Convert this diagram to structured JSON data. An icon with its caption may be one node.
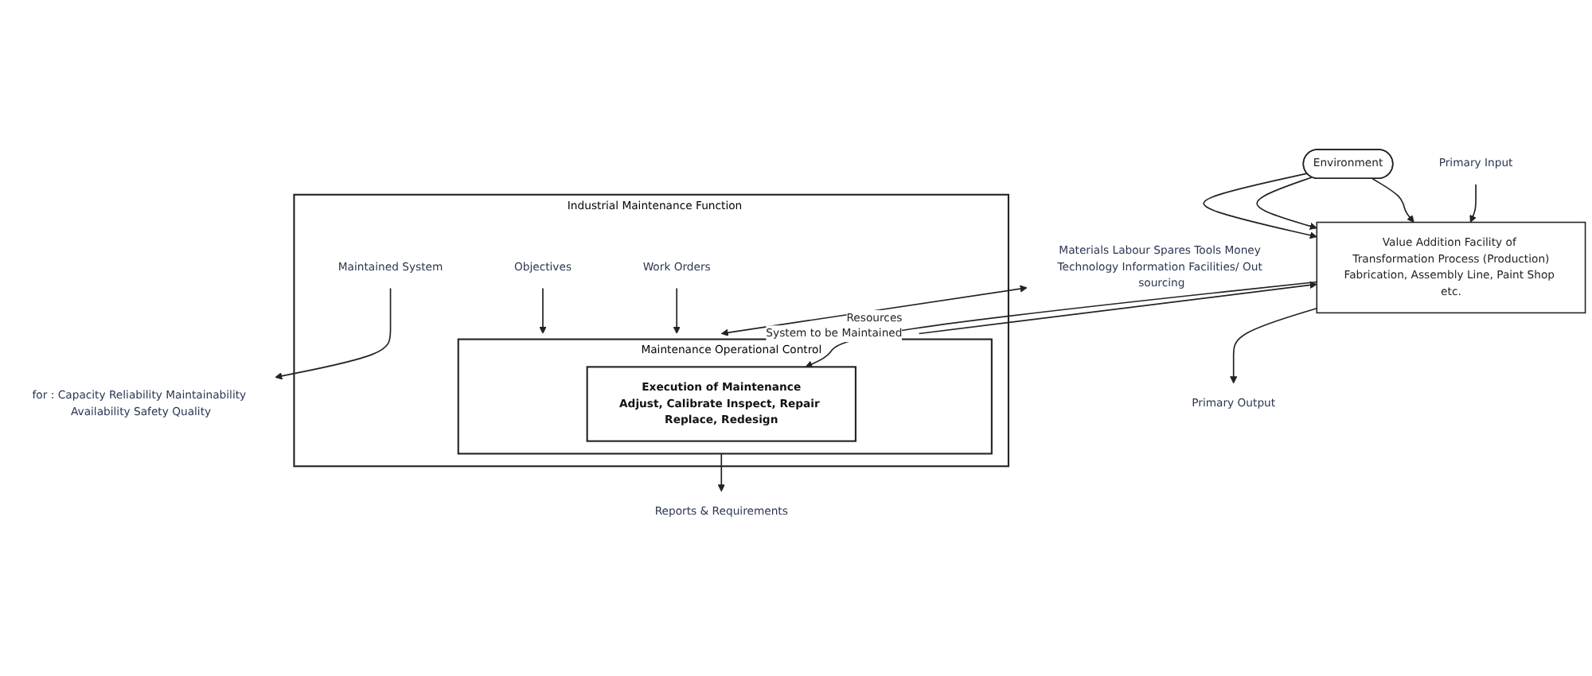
{
  "diagram": {
    "nodes": [
      {
        "text": [
          "Environment"
        ]
      },
      {
        "text": [
          "Value Addition Facility of Transformation Process (Production)",
          "Fabrication, Assembly Line, Paint Shop etc."
        ]
      },
      {
        "text": [
          "Primary Input"
        ]
      },
      {
        "text": [
          "Primary Output"
        ]
      },
      {
        "text": [
          "Industrial Maintenance Function"
        ]
      },
      {
        "text": [
          "Maintained System"
        ],
        "in": 4
      },
      {
        "text": [
          "Maintenance Operational Control"
        ],
        "in": 4
      },
      {
        "text": [
          "Execution of Maintenance",
          "Adjust, Calibrate Inspect, Repair Replace, Redesign"
        ],
        "in": 6
      },
      {
        "text": [
          "Objectives"
        ],
        "in": 4
      },
      {
        "text": [
          "Work Orders"
        ],
        "in": 4
      },
      {
        "text": [
          "Materials Labour Spares Tools Money Technology Information Facilities/ Out sourcing"
        ]
      },
      {
        "text": [
          "for : Capacity Reliability Maintainability Availability Safety Quality"
        ]
      },
      {
        "text": [
          "Reports & Requirements"
        ]
      }
    ],
    "edges": [
      {
        "from": 0,
        "to": 1,
        "arrow": "to"
      },
      {
        "from": 0,
        "to": 1,
        "arrow": "to"
      },
      {
        "from": 0,
        "to": 1,
        "arrow": "to"
      },
      {
        "from": 2,
        "to": 1,
        "arrow": "to"
      },
      {
        "from": 1,
        "to": 3,
        "arrow": "to"
      },
      {
        "from": 1,
        "to": 7,
        "arrow": "to",
        "label": "System to be Maintained"
      },
      {
        "from": 6,
        "to": 1,
        "arrow": "to"
      },
      {
        "from": 5,
        "to": 11,
        "arrow": "to"
      },
      {
        "from": 10,
        "to": 6,
        "arrow": "both",
        "label": "Resources"
      },
      {
        "from": 8,
        "to": 6,
        "arrow": "to"
      },
      {
        "from": 9,
        "to": 6,
        "arrow": "to"
      },
      {
        "from": 6,
        "to": 12,
        "arrow": "to"
      }
    ]
  }
}
